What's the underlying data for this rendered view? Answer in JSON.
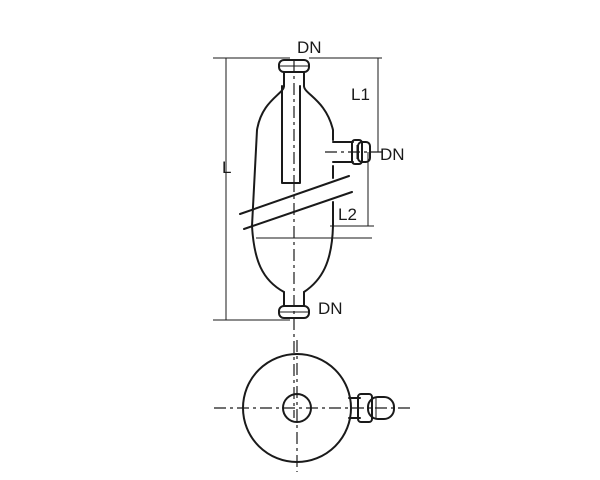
{
  "labels": {
    "dn_top": "DN",
    "dn_side": "DN",
    "dn_bottom": "DN",
    "L": "L",
    "L1": "L1",
    "L2": "L2"
  }
}
